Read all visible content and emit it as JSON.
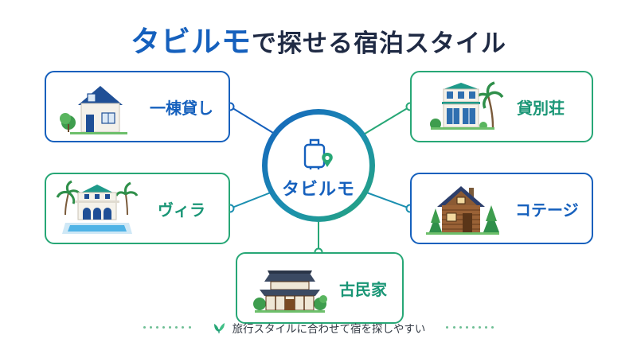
{
  "title": {
    "brand": "タビルモ",
    "rest": "で探せる宿泊スタイル"
  },
  "hub": {
    "label": "タビルモ",
    "icon": "suitcase-pin-icon"
  },
  "categories": [
    {
      "id": "ikkodate",
      "label": "一棟貸し",
      "icon": "house-icon",
      "accent": "#1560bd"
    },
    {
      "id": "villa",
      "label": "ヴィラ",
      "icon": "villa-pool-icon",
      "accent": "#27a776"
    },
    {
      "id": "bessou",
      "label": "貸別荘",
      "icon": "resort-house-icon",
      "accent": "#27a776"
    },
    {
      "id": "cottage",
      "label": "コテージ",
      "icon": "log-cabin-icon",
      "accent": "#1560bd"
    },
    {
      "id": "kominka",
      "label": "古民家",
      "icon": "traditional-house-icon",
      "accent": "#27a776"
    }
  ],
  "footer": {
    "text": "旅行スタイルに合わせて宿を探しやすい",
    "icon": "leaf-icon"
  },
  "colors": {
    "primary": "#1560bd",
    "secondary": "#27a776",
    "title_text": "#1f2a44"
  }
}
